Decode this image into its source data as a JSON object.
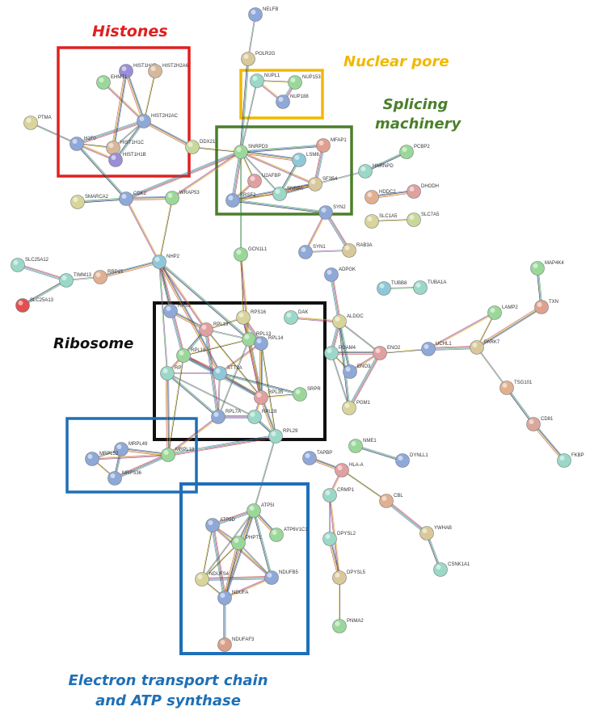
{
  "clusters": [
    {
      "id": "histones",
      "title": "Histones",
      "color": "#e02020"
    },
    {
      "id": "nuclear-pore",
      "title": "Nuclear pore",
      "color": "#f2b800"
    },
    {
      "id": "splicing",
      "title": "Splicing machinery",
      "color": "#4b7f2a"
    },
    {
      "id": "ribosome",
      "title": "Ribosome",
      "color": "#111111"
    },
    {
      "id": "etc",
      "title": "Electron transport chain and ATP synthase",
      "color": "#1f6fb6"
    }
  ],
  "nodes": [
    {
      "id": "NELFB",
      "label": "NELFB",
      "color": "#8ea8d8"
    },
    {
      "id": "POLR2G",
      "label": "POLR2G",
      "color": "#d8c89a"
    },
    {
      "id": "HIST1H1D",
      "label": "HIST1H1D",
      "color": "#9a8ed8"
    },
    {
      "id": "HIST2H2A6",
      "label": "HIST2H2A6",
      "color": "#d8b89a"
    },
    {
      "id": "EHMT1",
      "label": "EHMT1",
      "color": "#9ad89a"
    },
    {
      "id": "HIST2H2AC",
      "label": "HIST2H2AC",
      "color": "#8ea8d8"
    },
    {
      "id": "H1F0",
      "label": "H1F0",
      "color": "#8ea8d8"
    },
    {
      "id": "HIST1H1C",
      "label": "HIST1H1C",
      "color": "#d8b89a"
    },
    {
      "id": "HIST1H1B",
      "label": "HIST1H1B",
      "color": "#9a8ed8"
    },
    {
      "id": "PTMA",
      "label": "PTMA",
      "color": "#d8d49a"
    },
    {
      "id": "DDX21",
      "label": "DDX21",
      "color": "#c8d89a"
    },
    {
      "id": "NUPL1",
      "label": "NUPL1",
      "color": "#9ad8c8"
    },
    {
      "id": "NUP153",
      "label": "NUP153",
      "color": "#9ad89a"
    },
    {
      "id": "NUP188",
      "label": "NUP188",
      "color": "#8ea8d8"
    },
    {
      "id": "SNRPD3",
      "label": "SNRPD3",
      "color": "#9ad89a"
    },
    {
      "id": "MFAP1",
      "label": "MFAP1",
      "color": "#e0a090"
    },
    {
      "id": "LSM8",
      "label": "LSM8",
      "color": "#8ec8d8"
    },
    {
      "id": "U2AF1P",
      "label": "U2AFBP",
      "color": "#e0a0a0"
    },
    {
      "id": "SF3B4",
      "label": "SF3B4",
      "color": "#d8c89a"
    },
    {
      "id": "SRSF2",
      "label": "SRSF2",
      "color": "#8ea8d8"
    },
    {
      "id": "SNRPA",
      "label": "SNRPA",
      "color": "#9ad8c8"
    },
    {
      "id": "PCBP2",
      "label": "PCBP2",
      "color": "#9ad89a"
    },
    {
      "id": "HNRNPD",
      "label": "HNRNPD",
      "color": "#9ad8c8"
    },
    {
      "id": "HDDC2",
      "label": "HDDC2",
      "color": "#e0b090"
    },
    {
      "id": "DHODH",
      "label": "DHODH",
      "color": "#e0a0a0"
    },
    {
      "id": "SYN2",
      "label": "SYN2",
      "color": "#8ea8d8"
    },
    {
      "id": "SLC1A5",
      "label": "SLC1A5",
      "color": "#d8d49a"
    },
    {
      "id": "SLC7A5",
      "label": "SLC7A5",
      "color": "#c8d89a"
    },
    {
      "id": "SYN1",
      "label": "SYN1",
      "color": "#8ea8d8"
    },
    {
      "id": "RAB3A",
      "label": "RAB3A",
      "color": "#d8c89a"
    },
    {
      "id": "SMARCA2",
      "label": "SMARCA2",
      "color": "#d8d49a"
    },
    {
      "id": "CDK2",
      "label": "CDK2",
      "color": "#8ea8d8"
    },
    {
      "id": "WRAP53",
      "label": "WRAP53",
      "color": "#9ad89a"
    },
    {
      "id": "SLC25A12",
      "label": "SLC25A12",
      "color": "#9ad8c8"
    },
    {
      "id": "TIMM13",
      "label": "TIMM13",
      "color": "#9ad8c8"
    },
    {
      "id": "RRP15",
      "label": "RRP15",
      "color": "#e0b090"
    },
    {
      "id": "NHP2",
      "label": "NHP2",
      "color": "#8ec8d8"
    },
    {
      "id": "SLC25A13",
      "label": "SLC25A13",
      "color": "#e05050"
    },
    {
      "id": "GCN1L1",
      "label": "GCN1L1",
      "color": "#9ad89a"
    },
    {
      "id": "ADPGK",
      "label": "ADPGK",
      "color": "#8ea8d8"
    },
    {
      "id": "TUBB8",
      "label": "TUBB8",
      "color": "#8ec8d8"
    },
    {
      "id": "TUBA1A",
      "label": "TUBA1A",
      "color": "#9ad8c8"
    },
    {
      "id": "MAP4K4",
      "label": "MAP4K4",
      "color": "#9ad89a"
    },
    {
      "id": "TXN",
      "label": "TXN",
      "color": "#e0a090"
    },
    {
      "id": "LAMP2",
      "label": "LAMP2",
      "color": "#9ad89a"
    },
    {
      "id": "PARK7",
      "label": "PARK7",
      "color": "#d8c89a"
    },
    {
      "id": "UCHL1",
      "label": "UCHL1",
      "color": "#8ea8d8"
    },
    {
      "id": "TSG101",
      "label": "TSG101",
      "color": "#e0b090"
    },
    {
      "id": "CD81",
      "label": "CD81",
      "color": "#d8a89a"
    },
    {
      "id": "FKBP",
      "label": "FKBP",
      "color": "#9ad8c8"
    },
    {
      "id": "DAK",
      "label": "DAK",
      "color": "#9ad8c8"
    },
    {
      "id": "ALDOC",
      "label": "ALDOC",
      "color": "#d8d49a"
    },
    {
      "id": "PGAM4",
      "label": "PGAM4",
      "color": "#9ad8c8"
    },
    {
      "id": "ENO2",
      "label": "ENO2",
      "color": "#e0a0a0"
    },
    {
      "id": "ENO3",
      "label": "ENO3",
      "color": "#8ea8d8"
    },
    {
      "id": "PGM1",
      "label": "PGM1",
      "color": "#d8d49a"
    },
    {
      "id": "RPS3",
      "label": "RPS3",
      "color": "#8ea8d8"
    },
    {
      "id": "RPS16",
      "label": "RPS16",
      "color": "#d8d49a"
    },
    {
      "id": "RPL19",
      "label": "RPL19",
      "color": "#e0a0a0"
    },
    {
      "id": "RPL13",
      "label": "RPL13",
      "color": "#9ad89a"
    },
    {
      "id": "RPL14",
      "label": "RPL14",
      "color": "#8ea8d8"
    },
    {
      "id": "RPL18",
      "label": "RPL18",
      "color": "#9ad89a"
    },
    {
      "id": "RPL",
      "label": "RP",
      "color": "#9ad8c8"
    },
    {
      "id": "STT3A",
      "label": "STT3A",
      "color": "#8ec8d8"
    },
    {
      "id": "RPL35",
      "label": "RPL35",
      "color": "#e0a0a0"
    },
    {
      "id": "SRPR",
      "label": "SRPR",
      "color": "#9ad89a"
    },
    {
      "id": "RPL7A",
      "label": "RPL7A",
      "color": "#8ea8d8"
    },
    {
      "id": "RPL28",
      "label": "RPL28",
      "color": "#9ad8c8"
    },
    {
      "id": "RPL29",
      "label": "RPL29",
      "color": "#9ad8c8"
    },
    {
      "id": "MRPL49",
      "label": "MRPL49",
      "color": "#8ea8d8"
    },
    {
      "id": "MRPL52",
      "label": "MRPL52",
      "color": "#8ea8d8"
    },
    {
      "id": "MRPS36",
      "label": "MRPS36",
      "color": "#8ea8d8"
    },
    {
      "id": "MRPL18",
      "label": "MRPL18",
      "color": "#9ad89a"
    },
    {
      "id": "NME1",
      "label": "NME1",
      "color": "#9ad89a"
    },
    {
      "id": "DYNLL1",
      "label": "DYNLL1",
      "color": "#8ea8d8"
    },
    {
      "id": "TAPBP",
      "label": "TAPBP",
      "color": "#8ea8d8"
    },
    {
      "id": "HLA-A",
      "label": "HLA-A",
      "color": "#e0a0a0"
    },
    {
      "id": "CBL",
      "label": "CBL",
      "color": "#e0b090"
    },
    {
      "id": "CRMP1",
      "label": "CRMP1",
      "color": "#9ad8c8"
    },
    {
      "id": "DPYSL2",
      "label": "DPYSL2",
      "color": "#9ad8c8"
    },
    {
      "id": "YWHAB",
      "label": "YWHAB",
      "color": "#d8c89a"
    },
    {
      "id": "CSNK1A1",
      "label": "CSNK1A1",
      "color": "#9ad8c8"
    },
    {
      "id": "DPYSL5",
      "label": "DPYSL5",
      "color": "#d8c89a"
    },
    {
      "id": "PNMA2",
      "label": "PNMA2",
      "color": "#9ad89a"
    },
    {
      "id": "ATP5D",
      "label": "ATP5D",
      "color": "#8ea8d8"
    },
    {
      "id": "ATP5I",
      "label": "ATP5I",
      "color": "#9ad89a"
    },
    {
      "id": "PHPT1",
      "label": "PHPT1",
      "color": "#9ad89a"
    },
    {
      "id": "ATP6V1C1",
      "label": "ATP6V1C1",
      "color": "#9ad89a"
    },
    {
      "id": "NDUFS4",
      "label": "NDUFS4",
      "color": "#d8d49a"
    },
    {
      "id": "NDUFB5",
      "label": "NDUFB5",
      "color": "#8ea8d8"
    },
    {
      "id": "NDUFA",
      "label": "NDUFA",
      "color": "#8ea8d8"
    },
    {
      "id": "NDUFAF3",
      "label": "NDUFAF3",
      "color": "#d8a08a"
    }
  ],
  "edges": [
    [
      "NELFB",
      "POLR2G"
    ],
    [
      "POLR2G",
      "SNRPD3"
    ],
    [
      "HIST1H1D",
      "HIST2H2AC"
    ],
    [
      "HIST2H2A6",
      "HIST2H2AC"
    ],
    [
      "EHMT1",
      "HIST2H2AC"
    ],
    [
      "HIST2H2AC",
      "H1F0"
    ],
    [
      "HIST2H2AC",
      "HIST1H1C"
    ],
    [
      "HIST2H2AC",
      "HIST1H1B"
    ],
    [
      "HIST2H2AC",
      "DDX21"
    ],
    [
      "H1F0",
      "HIST1H1C"
    ],
    [
      "H1F0",
      "HIST1H1B"
    ],
    [
      "HIST1H1C",
      "HIST1H1B"
    ],
    [
      "PTMA",
      "H1F0"
    ],
    [
      "H1F0",
      "CDK2"
    ],
    [
      "HIST1H1D",
      "HIST1H1C"
    ],
    [
      "NUPL1",
      "NUP153"
    ],
    [
      "NUPL1",
      "NUP188"
    ],
    [
      "NUP153",
      "NUP188"
    ],
    [
      "NUPL1",
      "SNRPD3"
    ],
    [
      "SNRPD3",
      "MFAP1"
    ],
    [
      "SNRPD3",
      "LSM8"
    ],
    [
      "SNRPD3",
      "U2AF1P"
    ],
    [
      "SNRPD3",
      "SF3B4"
    ],
    [
      "SNRPD3",
      "SRSF2"
    ],
    [
      "SNRPD3",
      "SNRPA"
    ],
    [
      "LSM8",
      "SNRPA"
    ],
    [
      "SF3B4",
      "SNRPA"
    ],
    [
      "SRSF2",
      "SNRPA"
    ],
    [
      "SRSF2",
      "U2AF1P"
    ],
    [
      "SF3B4",
      "MFAP1"
    ],
    [
      "SF3B4",
      "HNRNPD"
    ],
    [
      "HNRNPD",
      "PCBP2"
    ],
    [
      "SRSF2",
      "SF3B4"
    ],
    [
      "SNRPD3",
      "DDX21"
    ],
    [
      "SNRPD3",
      "WRAP53"
    ],
    [
      "SNRPD3",
      "CDK2"
    ],
    [
      "SNRPD3",
      "GCN1L1"
    ],
    [
      "SRSF2",
      "SYN2"
    ],
    [
      "HDDC2",
      "DHODH"
    ],
    [
      "SLC1A5",
      "SLC7A5"
    ],
    [
      "SYN2",
      "SYN1"
    ],
    [
      "SYN2",
      "RAB3A"
    ],
    [
      "SYN1",
      "RAB3A"
    ],
    [
      "SMARCA2",
      "CDK2"
    ],
    [
      "CDK2",
      "WRAP53"
    ],
    [
      "WRAP53",
      "NHP2"
    ],
    [
      "CDK2",
      "NHP2"
    ],
    [
      "SLC25A12",
      "TIMM13"
    ],
    [
      "TIMM13",
      "RRP15"
    ],
    [
      "TIMM13",
      "SLC25A13"
    ],
    [
      "RRP15",
      "NHP2"
    ],
    [
      "NHP2",
      "RPS3"
    ],
    [
      "NHP2",
      "RPL19"
    ],
    [
      "NHP2",
      "RPL18"
    ],
    [
      "NHP2",
      "RPL"
    ],
    [
      "NHP2",
      "RPL13"
    ],
    [
      "NHP2",
      "STT3A"
    ],
    [
      "GCN1L1",
      "RPS16"
    ],
    [
      "GCN1L1",
      "RPL13"
    ],
    [
      "ADPGK",
      "ALDOC"
    ],
    [
      "TUBB8",
      "TUBA1A"
    ],
    [
      "MAP4K4",
      "TXN"
    ],
    [
      "TXN",
      "PARK7"
    ],
    [
      "LAMP2",
      "PARK7"
    ],
    [
      "LAMP2",
      "UCHL1"
    ],
    [
      "UCHL1",
      "PARK7"
    ],
    [
      "PARK7",
      "TSG101"
    ],
    [
      "TSG101",
      "CD81"
    ],
    [
      "CD81",
      "FKBP"
    ],
    [
      "UCHL1",
      "ENO2"
    ],
    [
      "DAK",
      "ALDOC"
    ],
    [
      "ALDOC",
      "PGAM4"
    ],
    [
      "ALDOC",
      "ENO2"
    ],
    [
      "ALDOC",
      "ENO3"
    ],
    [
      "PGAM4",
      "ENO2"
    ],
    [
      "PGAM4",
      "ENO3"
    ],
    [
      "ENO2",
      "ENO3"
    ],
    [
      "ENO2",
      "PGM1"
    ],
    [
      "PGAM4",
      "PGM1"
    ],
    [
      "ALDOC",
      "PGM1"
    ],
    [
      "RPS3",
      "RPL19"
    ],
    [
      "RPS16",
      "RPL19"
    ],
    [
      "RPS16",
      "RPL13"
    ],
    [
      "RPS16",
      "RPL14"
    ],
    [
      "RPL19",
      "RPL13"
    ],
    [
      "RPL19",
      "RPL18"
    ],
    [
      "RPL13",
      "RPL14"
    ],
    [
      "RPL13",
      "RPL18"
    ],
    [
      "RPL18",
      "RPL"
    ],
    [
      "RPL18",
      "STT3A"
    ],
    [
      "RPL",
      "STT3A"
    ],
    [
      "STT3A",
      "RPL35"
    ],
    [
      "RPL14",
      "RPL35"
    ],
    [
      "RPL35",
      "SRPR"
    ],
    [
      "RPL35",
      "RPL28"
    ],
    [
      "RPL7A",
      "RPL28"
    ],
    [
      "RPL7A",
      "STT3A"
    ],
    [
      "RPL",
      "RPL7A"
    ],
    [
      "RPL13",
      "RPL35"
    ],
    [
      "RPL19",
      "RPL35"
    ],
    [
      "RPL14",
      "STT3A"
    ],
    [
      "RPL18",
      "RPL35"
    ],
    [
      "RPL",
      "RPL28"
    ],
    [
      "RPL28",
      "RPL29"
    ],
    [
      "RPL35",
      "RPL29"
    ],
    [
      "RPL14",
      "RPL29"
    ],
    [
      "RPS16",
      "RPL35"
    ],
    [
      "RPL19",
      "RPL7A"
    ],
    [
      "RPL13",
      "RPL7A"
    ],
    [
      "SRPR",
      "STT3A"
    ],
    [
      "RPL",
      "MRPL18"
    ],
    [
      "RPL18",
      "MRPL18"
    ],
    [
      "RPL7A",
      "MRPL18"
    ],
    [
      "RPL29",
      "MRPL18"
    ],
    [
      "MRPL49",
      "MRPL52"
    ],
    [
      "MRPL49",
      "MRPS36"
    ],
    [
      "MRPL49",
      "MRPL18"
    ],
    [
      "MRPL52",
      "MRPS36"
    ],
    [
      "MRPL52",
      "MRPL18"
    ],
    [
      "MRPS36",
      "MRPL18"
    ],
    [
      "RPL29",
      "ATP5I"
    ],
    [
      "NME1",
      "DYNLL1"
    ],
    [
      "TAPBP",
      "HLA-A"
    ],
    [
      "HLA-A",
      "CBL"
    ],
    [
      "HLA-A",
      "CRMP1"
    ],
    [
      "CBL",
      "YWHAB"
    ],
    [
      "CRMP1",
      "DPYSL2"
    ],
    [
      "YWHAB",
      "CSNK1A1"
    ],
    [
      "DPYSL2",
      "DPYSL5"
    ],
    [
      "DPYSL5",
      "PNMA2"
    ],
    [
      "CRMP1",
      "DPYSL5"
    ],
    [
      "ATP5D",
      "ATP5I"
    ],
    [
      "ATP5D",
      "PHPT1"
    ],
    [
      "ATP5I",
      "PHPT1"
    ],
    [
      "ATP5I",
      "ATP6V1C1"
    ],
    [
      "ATP5D",
      "NDUFS4"
    ],
    [
      "ATP5D",
      "NDUFB5"
    ],
    [
      "ATP5D",
      "NDUFA"
    ],
    [
      "ATP5I",
      "NDUFS4"
    ],
    [
      "ATP5I",
      "NDUFB5"
    ],
    [
      "ATP5I",
      "NDUFA"
    ],
    [
      "NDUFS4",
      "NDUFA"
    ],
    [
      "NDUFB5",
      "NDUFA"
    ],
    [
      "NDUFS4",
      "NDUFB5"
    ],
    [
      "PHPT1",
      "NDUFB5"
    ],
    [
      "NDUFA",
      "NDUFAF3"
    ],
    [
      "PHPT1",
      "NDUFA"
    ],
    [
      "PHPT1",
      "NDUFS4"
    ]
  ],
  "edge_colors": [
    "#7a3a8a",
    "#3aa04a",
    "#3a6ac0",
    "#111111",
    "#d8c020",
    "#c03a3a"
  ]
}
